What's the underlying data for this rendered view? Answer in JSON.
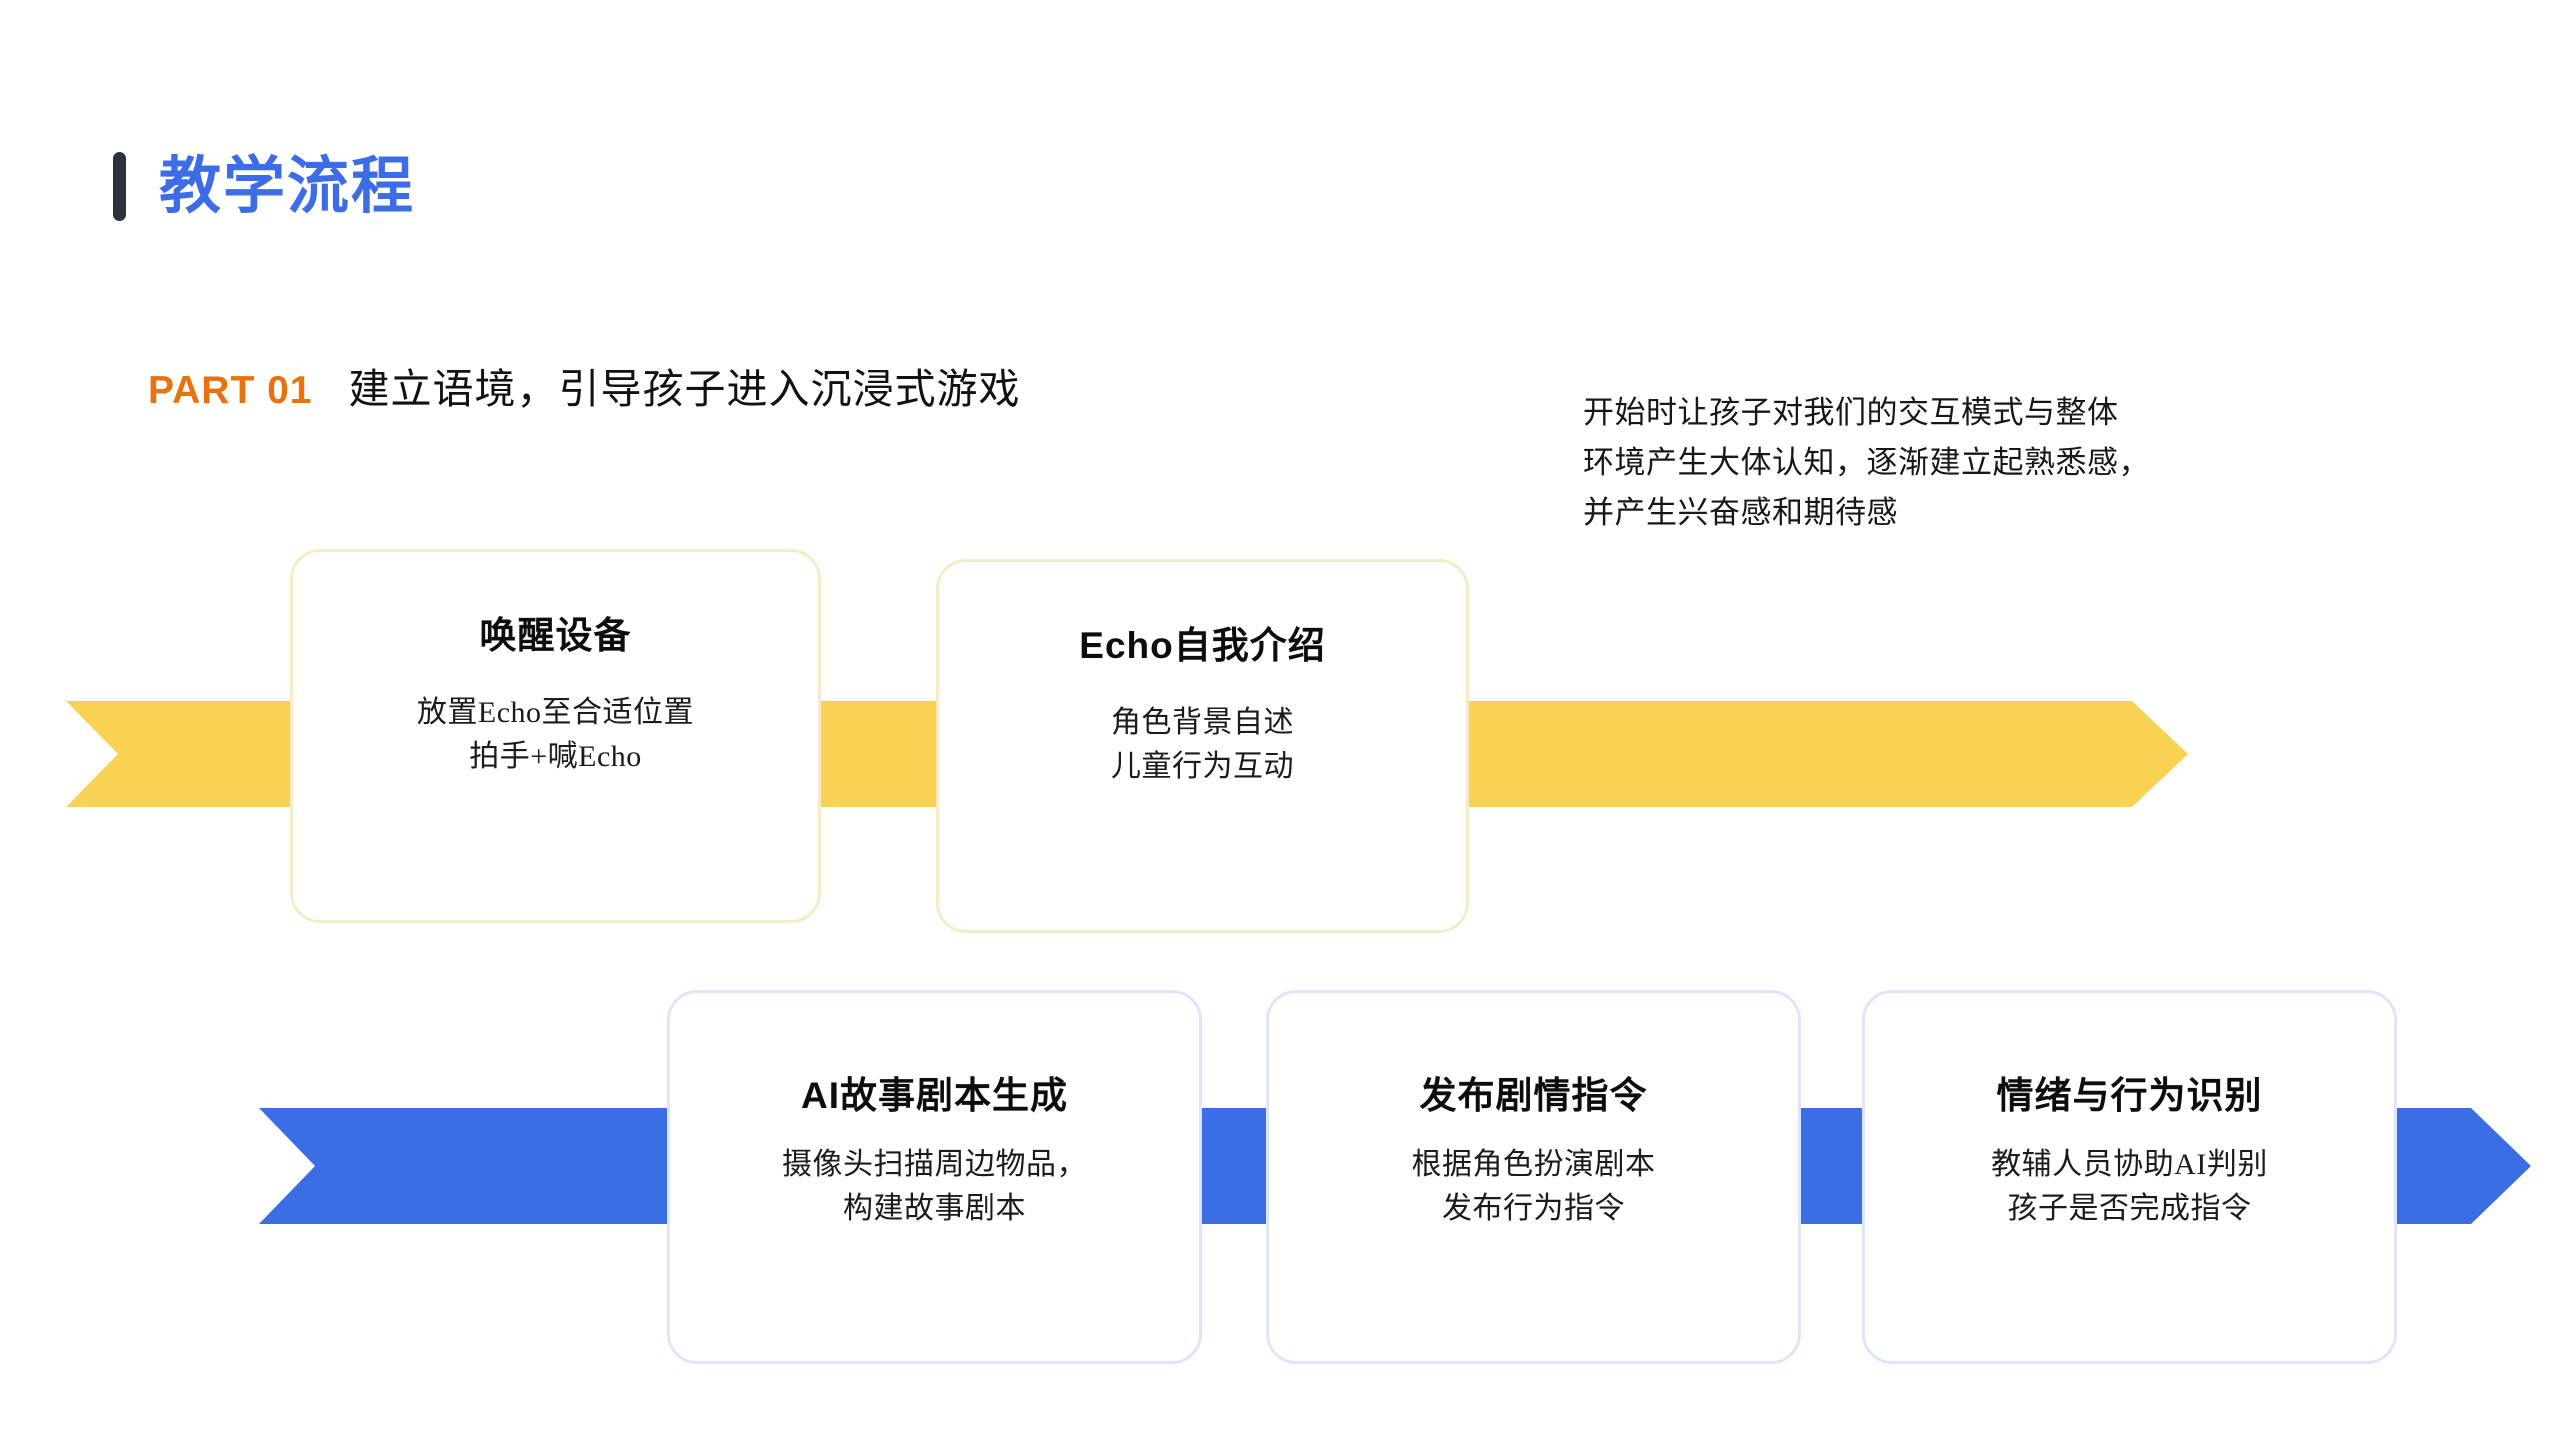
{
  "slide": {
    "title": "教学流程",
    "title_color": "#3d6ce8",
    "accent_bar_color": "#2b323c"
  },
  "part": {
    "label": "PART 01",
    "label_color": "#e8730c",
    "title": "建立语境，引导孩子进入沉浸式游戏"
  },
  "description": {
    "lines": [
      "开始时让孩子对我们的交互模式与整体",
      "环境产生大体认知，逐渐建立起熟悉感，",
      "并产生兴奋感和期待感"
    ]
  },
  "bands": [
    {
      "name": "yellow-arrow-band",
      "color": "#f9d253"
    },
    {
      "name": "blue-arrow-band",
      "color": "#3b6de4"
    }
  ],
  "cards": [
    {
      "row": "yellow",
      "title_latin": "",
      "title_cjk": "唤醒设备",
      "body_lines": [
        "放置Echo至合适位置",
        "拍手+喊Echo"
      ],
      "border_color": "#f7ecc8"
    },
    {
      "row": "yellow",
      "title_latin": "Echo",
      "title_cjk": "自我介绍",
      "body_lines": [
        "角色背景自述",
        "儿童行为互动"
      ],
      "border_color": "#f7ecc8"
    },
    {
      "row": "blue",
      "title_latin": "AI",
      "title_cjk": "故事剧本生成",
      "body_lines": [
        "摄像头扫描周边物品，",
        "构建故事剧本"
      ],
      "border_color": "#dde6fb"
    },
    {
      "row": "blue",
      "title_latin": "",
      "title_cjk": "发布剧情指令",
      "body_lines": [
        "根据角色扮演剧本",
        "发布行为指令"
      ],
      "border_color": "#dde6fb"
    },
    {
      "row": "blue",
      "title_latin": "",
      "title_cjk": "情绪与行为识别",
      "body_lines": [
        "教辅人员协助AI判别",
        "孩子是否完成指令"
      ],
      "border_color": "#dde6fb"
    }
  ]
}
